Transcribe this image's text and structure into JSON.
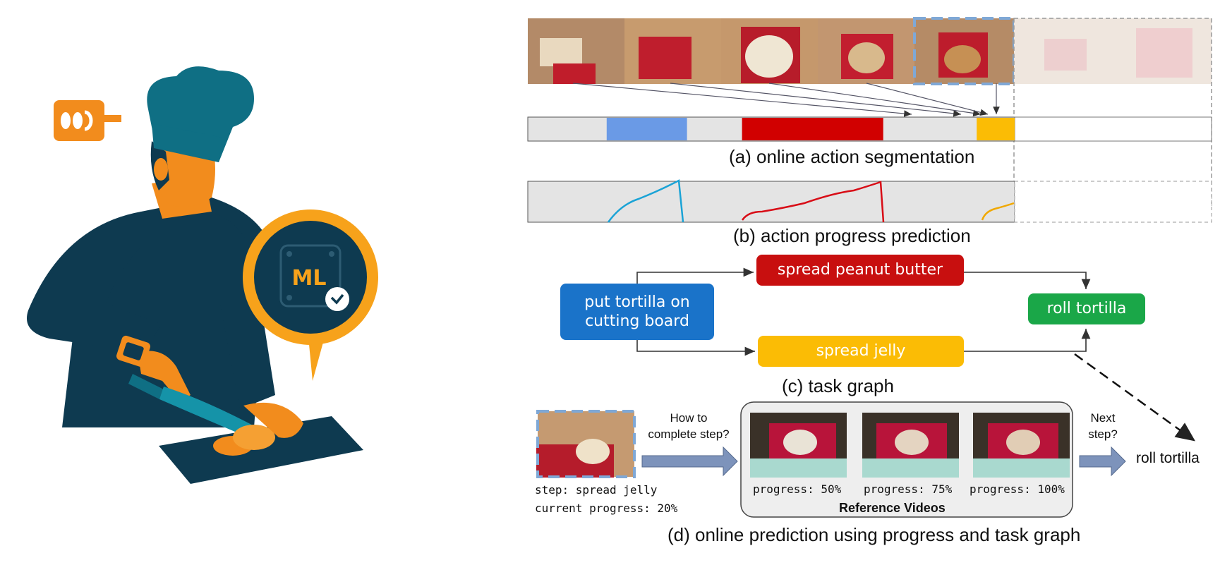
{
  "illustration": {
    "badge_text": "ML",
    "icons": [
      "chef-icon",
      "camera-tag-icon",
      "ml-chip-icon",
      "check-icon",
      "knife-icon"
    ]
  },
  "captions": {
    "a": "(a)   online action segmentation",
    "b": "(b)   action progress prediction",
    "c": "(c)   task graph",
    "d": "(d)   online prediction using progress and task graph"
  },
  "segmentation_bar": {
    "segments": [
      {
        "color": "#6a9ae6",
        "start": 0.162,
        "end": 0.327
      },
      {
        "color": "#d10000",
        "start": 0.44,
        "end": 0.73
      },
      {
        "color": "#fbbc05",
        "start": 0.922,
        "end": 1.0
      }
    ]
  },
  "task_graph": {
    "nodes": {
      "start": "put tortilla on cutting board",
      "peanut": "spread peanut butter",
      "jelly": "spread jelly",
      "roll": "roll tortilla"
    },
    "colors": {
      "start": "#1a73c9",
      "peanut": "#c80f0f",
      "jelly": "#fbbc05",
      "roll": "#1aa748"
    }
  },
  "online_prediction": {
    "step_label": "step: spread jelly",
    "current_progress": "current progress: 20%",
    "how_to": "How to\ncomplete step?",
    "next_step_q": "Next\nstep?",
    "next_step": "roll tortilla",
    "reference_title": "Reference Videos",
    "references": [
      {
        "label": "progress: 50%",
        "value": 0.5
      },
      {
        "label": "progress: 75%",
        "value": 0.75
      },
      {
        "label": "progress: 100%",
        "value": 1.0
      }
    ]
  }
}
